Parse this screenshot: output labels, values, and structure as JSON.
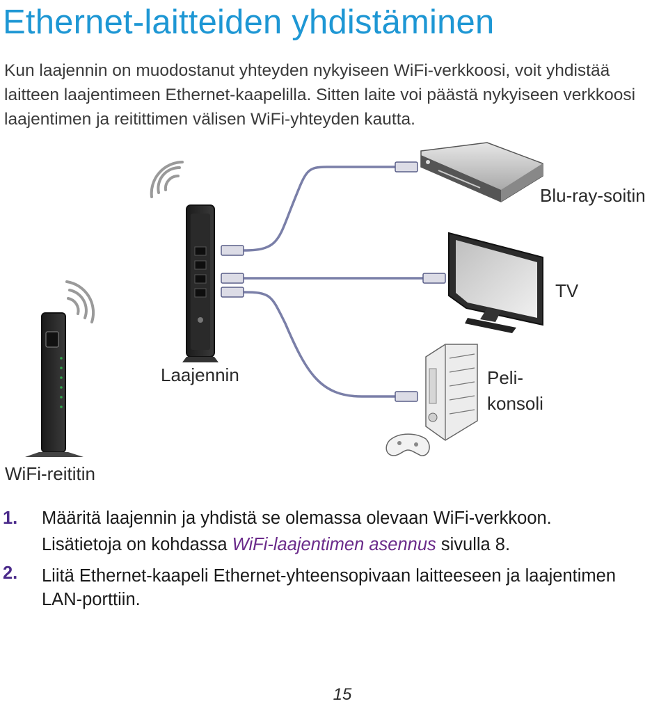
{
  "title": "Ethernet-laitteiden yhdistäminen",
  "intro": "Kun laajennin on muodostanut yhteyden nykyiseen WiFi-verkkoosi, voit yhdistää laitteen laajentimeen Ethernet-kaapelilla. Sitten laite voi päästä nykyiseen verkkoosi laajentimen ja reitittimen välisen WiFi-yhteyden kautta.",
  "diagram": {
    "bluray_label": "Blu-ray-soitin",
    "tv_label": "TV",
    "extender_label": "Laajennin",
    "console_label_1": "Peli-",
    "console_label_2": "konsoli",
    "router_label": "WiFi-reititin"
  },
  "steps": [
    {
      "number": "1.",
      "text_line1": "Määritä laajennin ja yhdistä se olemassa olevaan WiFi-verkkoon.",
      "text_pre_link": "Lisätietoja on kohdassa ",
      "link": "WiFi-laajentimen asennus",
      "text_post_link": " sivulla 8."
    },
    {
      "number": "2.",
      "text": "Liitä Ethernet-kaapeli Ethernet-yhteensopivaan laitteeseen ja laajentimen LAN-porttiin."
    }
  ],
  "page_number": "15",
  "colors": {
    "title": "#1e97d4",
    "link": "#6a2a8a",
    "step_number": "#4a2a8a",
    "cable": "#7a7fa8"
  }
}
